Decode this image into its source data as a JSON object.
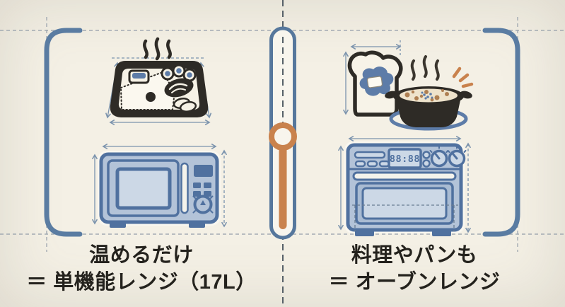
{
  "colors": {
    "background": "#f4f0e5",
    "accent_blue": "#5a7ca2",
    "outline_blue": "#50719f",
    "appliance_fill": "#b3c3d8",
    "appliance_fill_light": "#ccd8e6",
    "accent_orange": "#c9824d",
    "ink": "#2e2b26",
    "guide_line": "#9aa3ad",
    "caption_text": "#24221d"
  },
  "divider": {
    "type": "vertical-comparison-slider",
    "handle_position": "middle"
  },
  "left_panel": {
    "icons": [
      "steam-icon",
      "bento-box-icon",
      "microwave-icon",
      "dimension-lines"
    ],
    "caption_line1": "温めるだけ",
    "caption_line2": "＝ 単機能レンジ（17L）"
  },
  "right_panel": {
    "icons": [
      "toast-icon",
      "butter-icon",
      "gratin-icon",
      "steam-icon",
      "sparkle-icon",
      "oven-range-icon",
      "dimension-lines"
    ],
    "oven_display_value": "88:88",
    "caption_line1": "料理やパンも",
    "caption_line2": "＝ オーブンレンジ"
  }
}
